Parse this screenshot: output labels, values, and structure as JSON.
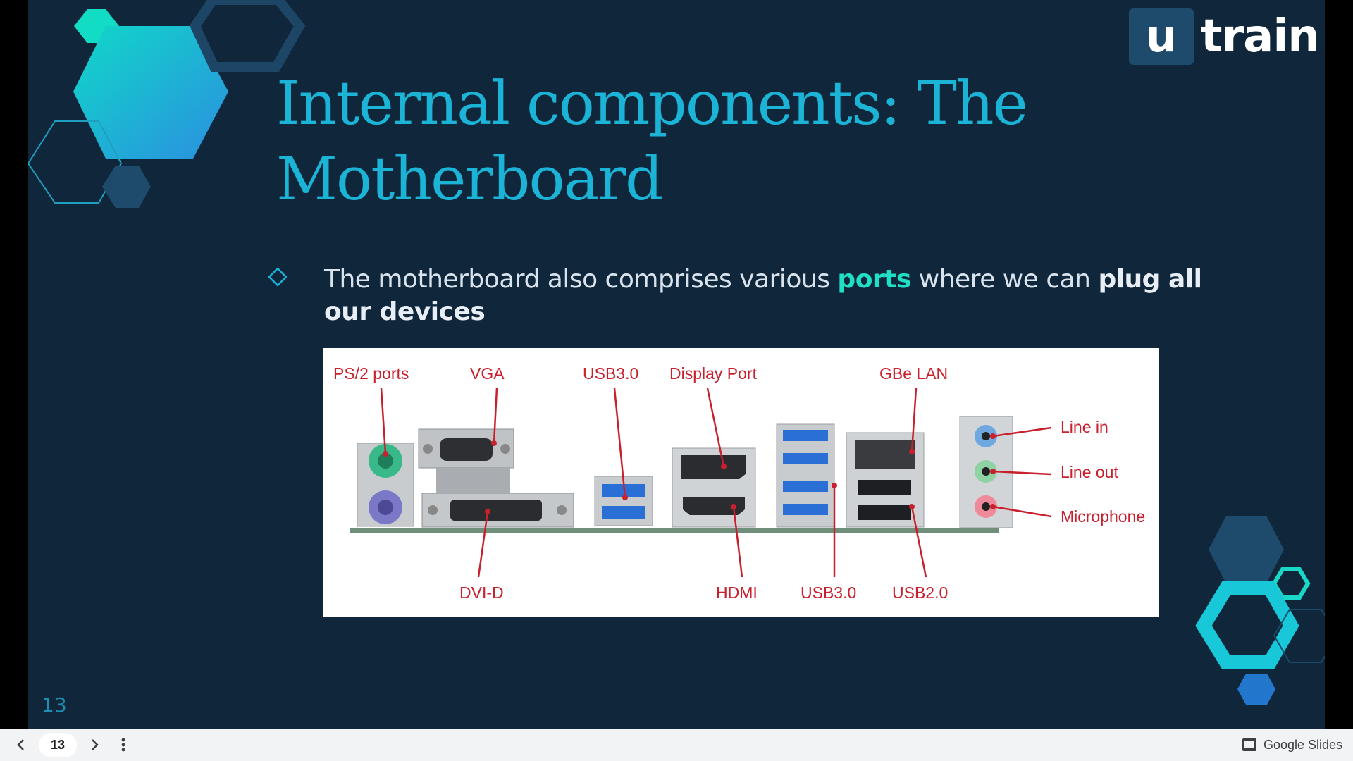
{
  "slide": {
    "logo": {
      "badge": "u",
      "word": "train"
    },
    "title": "Internal components: The Motherboard",
    "bullet": {
      "part1": "The motherboard also comprises various ",
      "highlight": "ports",
      "part2": " where we can ",
      "bold": "plug all our devices"
    },
    "diagram_labels": {
      "ps2": "PS/2 ports",
      "vga": "VGA",
      "usb30_top": "USB3.0",
      "displayport": "Display Port",
      "gbe_lan": "GBe LAN",
      "line_in": "Line in",
      "line_out": "Line out",
      "microphone": "Microphone",
      "dvid": "DVI-D",
      "hdmi": "HDMI",
      "usb30_bottom": "USB3.0",
      "usb20": "USB2.0"
    },
    "slide_number": "13"
  },
  "toolbar": {
    "page": "13",
    "app_name": "Google Slides"
  },
  "colors": {
    "background": "#10263a",
    "title": "#1bb3d6",
    "highlight": "#1fe0c4",
    "label_red": "#c8202c"
  }
}
